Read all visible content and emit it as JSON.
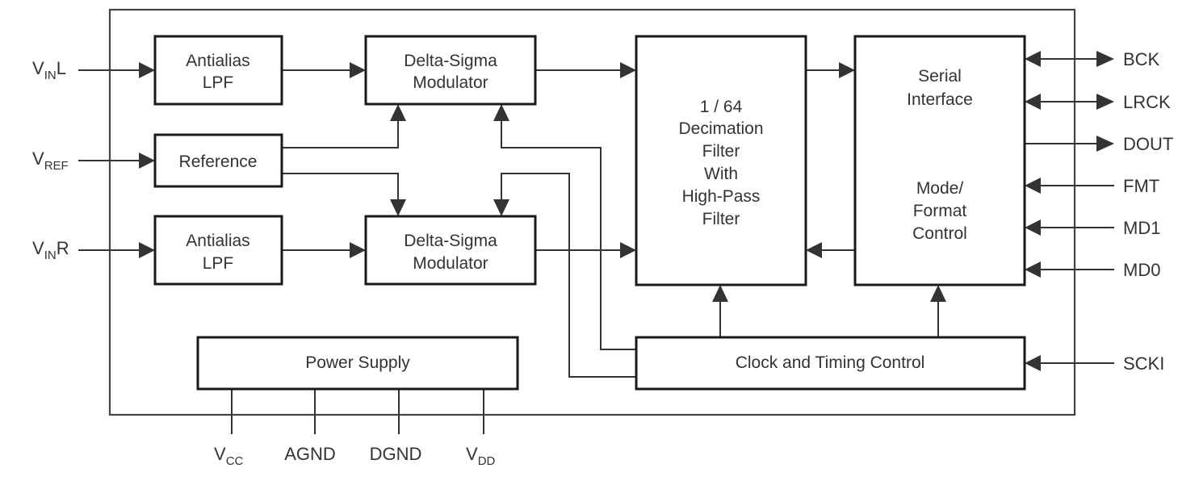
{
  "blocks": {
    "antialias_l": [
      "Antialias",
      "LPF"
    ],
    "antialias_r": [
      "Antialias",
      "LPF"
    ],
    "dsm_top": [
      "Delta-Sigma",
      "Modulator"
    ],
    "dsm_bottom": [
      "Delta-Sigma",
      "Modulator"
    ],
    "reference": "Reference",
    "decimation": [
      "1 / 64",
      "Decimation",
      "Filter",
      "With",
      "High-Pass",
      "Filter"
    ],
    "serial_interface": [
      "Serial",
      "Interface"
    ],
    "mode_format": [
      "Mode/",
      "Format",
      "Control"
    ],
    "power_supply": "Power Supply",
    "clock_timing": "Clock and Timing Control"
  },
  "inputs": {
    "vinl": {
      "main": "V",
      "sub": "IN",
      "suffix": "L"
    },
    "vref": {
      "main": "V",
      "sub": "REF",
      "suffix": ""
    },
    "vinr": {
      "main": "V",
      "sub": "IN",
      "suffix": "R"
    }
  },
  "right_pins": {
    "bck": "BCK",
    "lrck": "LRCK",
    "dout": "DOUT",
    "fmt": "FMT",
    "md1": "MD1",
    "md0": "MD0",
    "scki": "SCKI"
  },
  "power_pins": {
    "vcc": {
      "main": "V",
      "sub": "CC"
    },
    "agnd": "AGND",
    "dgnd": "DGND",
    "vdd": {
      "main": "V",
      "sub": "DD"
    }
  }
}
